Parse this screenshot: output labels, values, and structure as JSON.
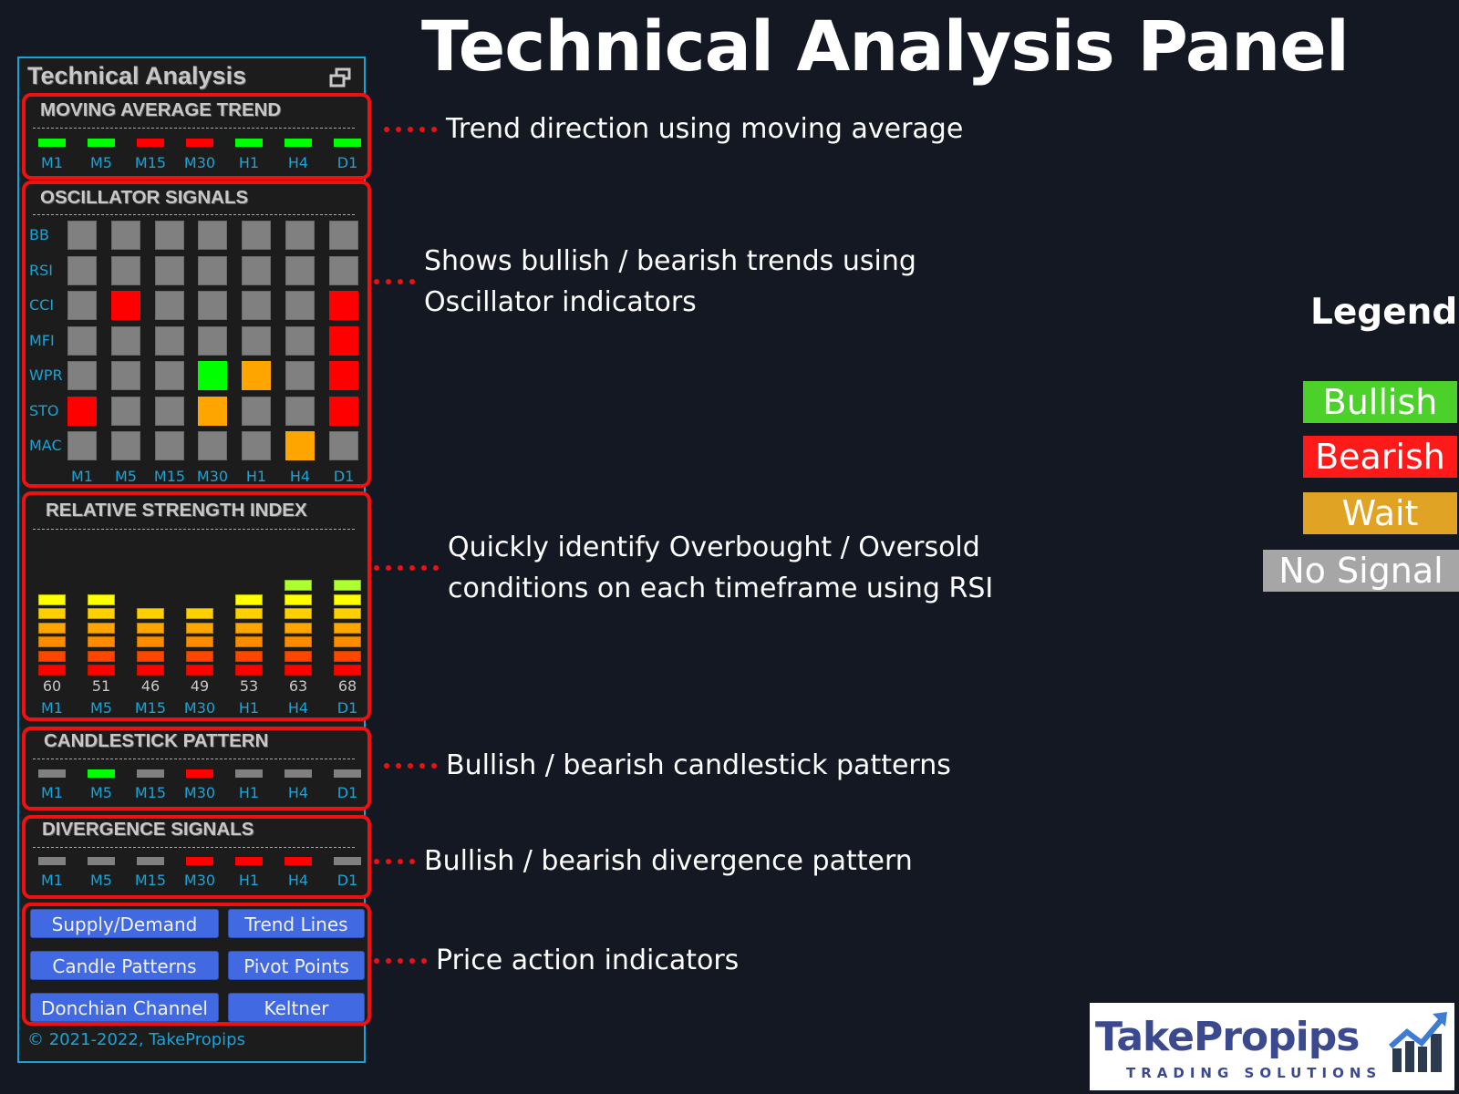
{
  "page": {
    "title": "Technical Analysis Panel"
  },
  "colors": {
    "bullish": "#00ff00",
    "bearish": "#ff0000",
    "wait": "#ffa500",
    "no_signal": "#808080",
    "accent_cyan": "#1aa3d6",
    "highlight_red": "#ee1111",
    "button_blue": "#4169e1"
  },
  "panel": {
    "title": "Technical Analysis",
    "restore_icon": "window-restore-icon",
    "timeframes": [
      "M1",
      "M5",
      "M15",
      "M30",
      "H1",
      "H4",
      "D1"
    ],
    "moving_average": {
      "title": "MOVING AVERAGE TREND",
      "signals": [
        "bullish",
        "bullish",
        "bearish",
        "bearish",
        "bullish",
        "bullish",
        "bullish"
      ]
    },
    "oscillators": {
      "title": "OSCILLATOR SIGNALS",
      "rows": [
        {
          "label": "BB",
          "signals": [
            "none",
            "none",
            "none",
            "none",
            "none",
            "none",
            "none"
          ]
        },
        {
          "label": "RSI",
          "signals": [
            "none",
            "none",
            "none",
            "none",
            "none",
            "none",
            "none"
          ]
        },
        {
          "label": "CCI",
          "signals": [
            "none",
            "bearish",
            "none",
            "none",
            "none",
            "none",
            "bearish"
          ]
        },
        {
          "label": "MFI",
          "signals": [
            "none",
            "none",
            "none",
            "none",
            "none",
            "none",
            "bearish"
          ]
        },
        {
          "label": "WPR",
          "signals": [
            "none",
            "none",
            "none",
            "bullish",
            "wait",
            "none",
            "bearish"
          ]
        },
        {
          "label": "STO",
          "signals": [
            "bearish",
            "none",
            "none",
            "wait",
            "none",
            "none",
            "bearish"
          ]
        },
        {
          "label": "MAC",
          "signals": [
            "none",
            "none",
            "none",
            "none",
            "none",
            "wait",
            "none"
          ]
        }
      ]
    },
    "rsi": {
      "title": "RELATIVE STRENGTH INDEX",
      "values": [
        60,
        51,
        46,
        49,
        53,
        63,
        68
      ],
      "segments_lit": [
        6,
        6,
        5,
        5,
        6,
        7,
        7
      ],
      "segment_colors": [
        "#ff0000",
        "#ff4500",
        "#ff8c00",
        "#ffa500",
        "#ffd000",
        "#ffff00",
        "#adff2f"
      ]
    },
    "candlestick": {
      "title": "CANDLESTICK PATTERN",
      "signals": [
        "none",
        "bullish",
        "none",
        "bearish",
        "none",
        "none",
        "none"
      ]
    },
    "divergence": {
      "title": "DIVERGENCE SIGNALS",
      "signals": [
        "none",
        "none",
        "none",
        "bearish",
        "bearish",
        "bearish",
        "none"
      ]
    },
    "buttons": [
      {
        "label": "Supply/Demand"
      },
      {
        "label": "Trend Lines"
      },
      {
        "label": "Candle Patterns"
      },
      {
        "label": "Pivot Points"
      },
      {
        "label": "Donchian Channel"
      },
      {
        "label": "Keltner"
      }
    ],
    "copyright": "© 2021-2022, TakePropips"
  },
  "callouts": [
    {
      "text": "Trend direction using moving average"
    },
    {
      "text": "Shows bullish / bearish trends using\nOscillator indicators"
    },
    {
      "text": "Quickly identify Overbought / Oversold\nconditions on each timeframe using RSI"
    },
    {
      "text": "Bullish / bearish candlestick patterns"
    },
    {
      "text": "Bullish / bearish divergence pattern"
    },
    {
      "text": "Price action indicators"
    }
  ],
  "legend": {
    "title": "Legend",
    "items": [
      {
        "label": "Bullish",
        "color": "#4bd12a"
      },
      {
        "label": "Bearish",
        "color": "#ff1a1a"
      },
      {
        "label": "Wait",
        "color": "#e0a324"
      },
      {
        "label": "No Signal",
        "color": "#a6a6a6"
      }
    ]
  },
  "logo": {
    "name": "TakePropips",
    "tagline": "TRADING SOLUTIONS"
  }
}
